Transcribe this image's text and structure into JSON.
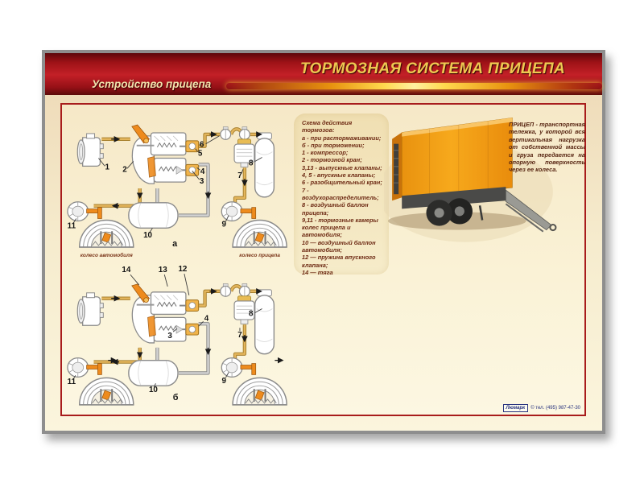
{
  "poster": {
    "header": {
      "title": "ТОРМОЗНАЯ СИСТЕМА ПРИЦЕПА",
      "subtitle": "Устройство прицепа"
    },
    "legend": {
      "title": "Схема действия тормозов:",
      "items": [
        "а - при растормаживании;",
        "б - при торможении;",
        "1 - компрессор;",
        "2 - тормозной кран;",
        "3,13 - выпускные клапаны;",
        "4, 5 - впускные клапаны;",
        "6 - разобщительный кран;",
        "7 - воздухораспределитель;",
        "8 - воздушный баллон прицепа;",
        "9,11 - тормозные камеры колес прицепа и автомобиля;",
        "10 — воздушный баллон автомобиля;",
        "12 — пружина впускного клапана;",
        "14 — тяга"
      ]
    },
    "definition": "ПРИЦЕП - транспортная тележка, у которой вся вертикальная нагрузка от собственной массы и груза передается на опорную поверхность через ее колеса.",
    "diagram_a": {
      "label": "а",
      "wheel_left_caption": "колесо автомобиля",
      "wheel_right_caption": "колесо прицепа",
      "numbers": {
        "n1": "1",
        "n2": "2",
        "n3": "3",
        "n4": "4",
        "n5": "5",
        "n6": "6",
        "n7": "7",
        "n8": "8",
        "n9": "9",
        "n10": "10",
        "n11": "11"
      }
    },
    "diagram_b": {
      "label": "б",
      "numbers": {
        "n3": "3",
        "n4": "4",
        "n7": "7",
        "n8": "8",
        "n9": "9",
        "n10": "10",
        "n11": "11",
        "n12": "12",
        "n13": "13",
        "n14": "14"
      }
    },
    "footer": {
      "logo": "Люмарк",
      "contact": "© тел. (495) 987-47-30"
    },
    "colors": {
      "header_red": "#c32027",
      "title_gold": "#eec851",
      "frame_red": "#a81c1c",
      "panel_cream": "#f6ecce",
      "accent_orange": "#ee8b1d",
      "pipe_gold": "#d8a84e",
      "text_maroon": "#6e2b15",
      "footer_navy": "#28327e"
    }
  }
}
